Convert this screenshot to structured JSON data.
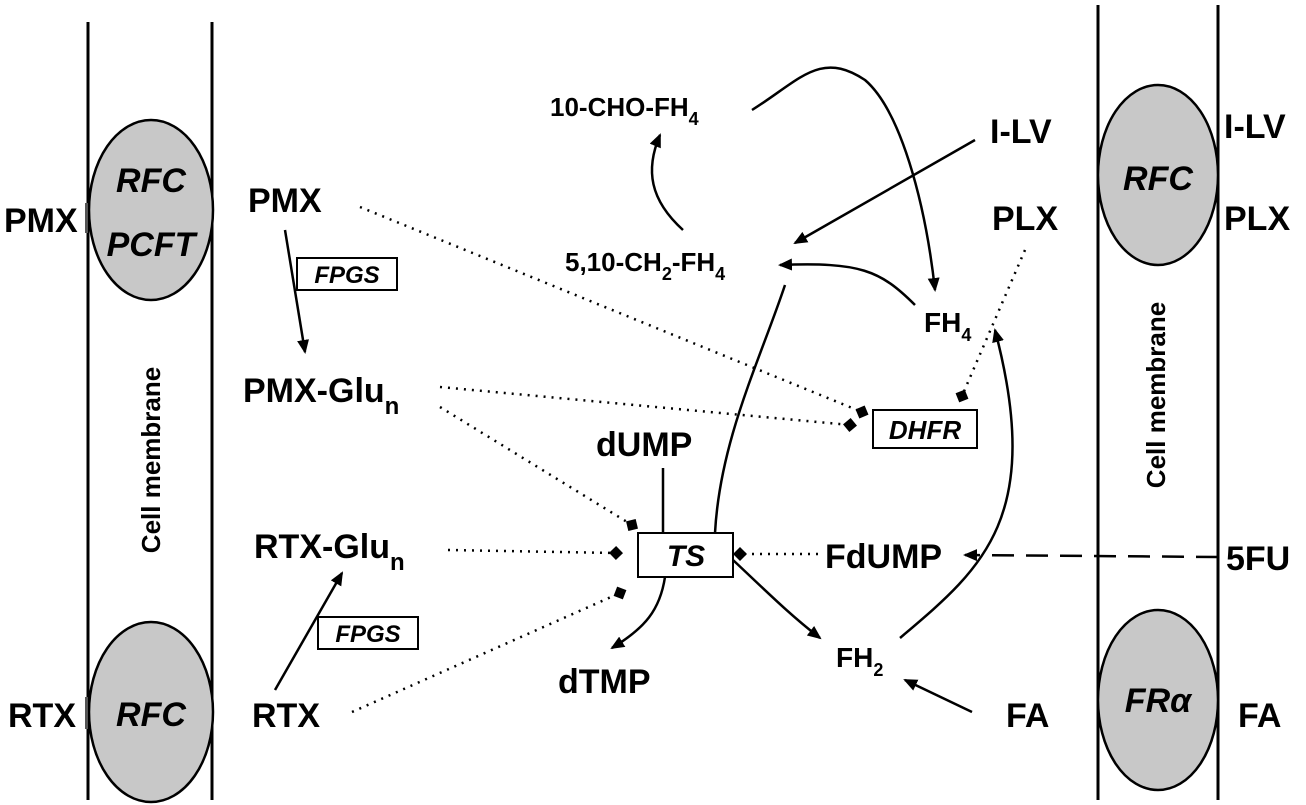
{
  "membranes": {
    "left_label": "Cell membrane",
    "right_label": "Cell membrane",
    "carrier_fill": "#c8c8c8"
  },
  "transporters": {
    "left_top": [
      "RFC",
      "PCFT"
    ],
    "left_bottom": "RFC",
    "right_top": "RFC",
    "right_bottom": "FRα"
  },
  "outside_left": {
    "pmx": "PMX",
    "rtx": "RTX"
  },
  "outside_right": {
    "ilv": "I-LV",
    "plx": "PLX",
    "fu": "5FU",
    "fa": "FA"
  },
  "metabolites": {
    "pmx": "PMX",
    "pmx_glun_base": "PMX-Glu",
    "pmx_glun_sub": "n",
    "rtx_glun_base": "RTX-Glu",
    "rtx_glun_sub": "n",
    "rtx": "RTX",
    "cho_base": "10-CHO-FH",
    "cho_sub": "4",
    "ch2_a": "5,10-CH",
    "ch2_sub1": "2",
    "ch2_b": "-FH",
    "ch2_sub2": "4",
    "fh4_base": "FH",
    "fh4_sub": "4",
    "fh2_base": "FH",
    "fh2_sub": "2",
    "ilv": "I-LV",
    "plx": "PLX",
    "dump": "dUMP",
    "dtmp": "dTMP",
    "fdump": "FdUMP",
    "fa": "FA"
  },
  "enzymes": {
    "fpgs_top": "FPGS",
    "fpgs_bottom": "FPGS",
    "dhfr": "DHFR",
    "ts": "TS"
  }
}
